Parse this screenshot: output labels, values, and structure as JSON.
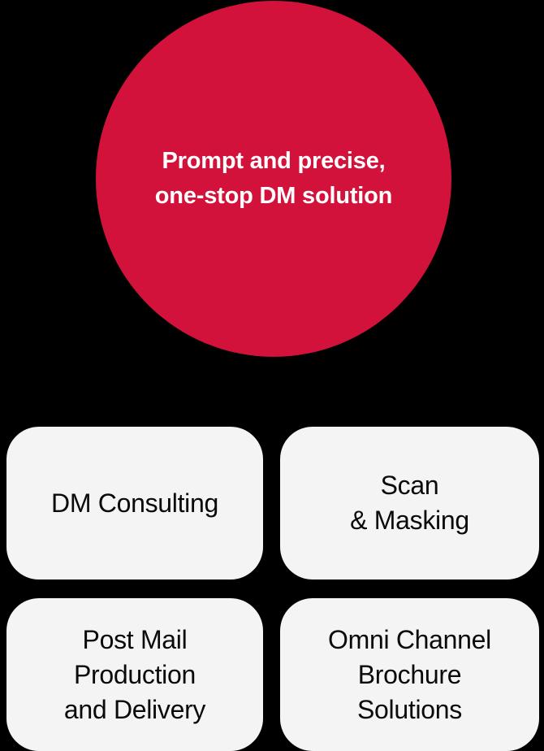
{
  "colors": {
    "background": "#000000",
    "circle_fill": "#D2123B",
    "circle_text": "#FFFFFF",
    "card_background": "#F4F4F4",
    "card_text": "#0A0A0A"
  },
  "hero": {
    "text": "Prompt and precise,\none-stop DM solution"
  },
  "cards": [
    {
      "label": "DM Consulting"
    },
    {
      "label": "Scan\n& Masking"
    },
    {
      "label": "Post Mail\nProduction\nand Delivery"
    },
    {
      "label": "Omni Channel\nBrochure\nSolutions"
    }
  ]
}
